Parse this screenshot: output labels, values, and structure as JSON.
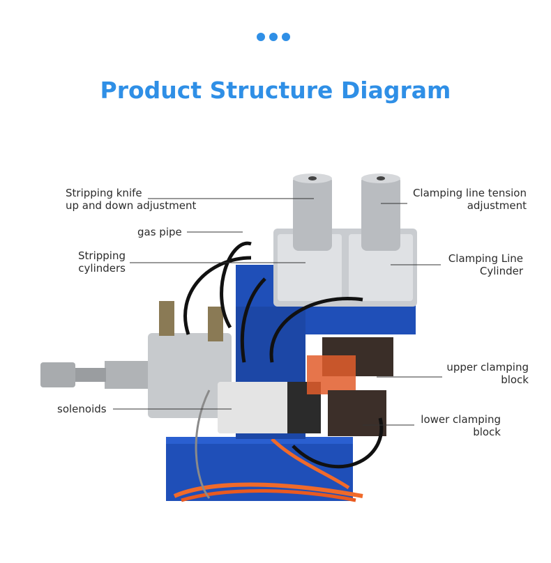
{
  "header": {
    "title": "Product Structure Diagram"
  },
  "labels": {
    "stripping_knife_1": "Stripping knife",
    "stripping_knife_2": "up and down adjustment",
    "gas_pipe": "gas pipe",
    "stripping_cyl_1": "Stripping",
    "stripping_cyl_2": "cylinders",
    "solenoids": "solenoids",
    "clamping_tension_1": "Clamping line tension",
    "clamping_tension_2": "adjustment",
    "clamping_cyl_1": "Clamping Line",
    "clamping_cyl_2": "Cylinder",
    "upper_block_1": "upper clamping",
    "upper_block_2": "block",
    "lower_block_1": "lower clamping",
    "lower_block_2": "block"
  },
  "colors": {
    "accent": "#2f8fe6",
    "machine_blue": "#1f4fb8",
    "hose_orange": "#f06a2a"
  }
}
